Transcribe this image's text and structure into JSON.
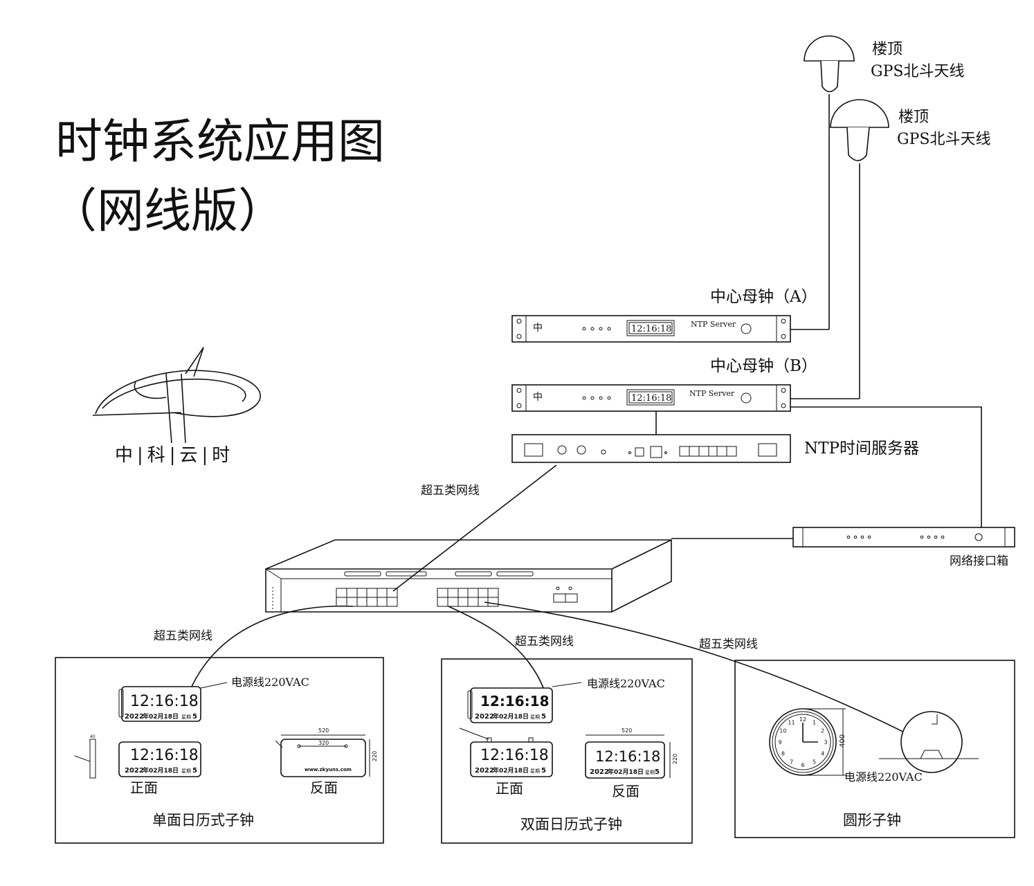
{
  "title": {
    "line1": "时钟系统应用图",
    "line2": "（网线版）"
  },
  "logo": {
    "text": "中|科|云|时",
    "icon": "zhongke-yunshi-logo"
  },
  "antennas": [
    {
      "line1": "楼顶",
      "line2": "GPS北斗天线"
    },
    {
      "line1": "楼顶",
      "line2": "GPS北斗天线"
    }
  ],
  "master_clocks": [
    {
      "label": "中心母钟（A）",
      "display": "12:16:18",
      "device_text": "NTP Server"
    },
    {
      "label": "中心母钟（B）",
      "display": "12:16:18",
      "device_text": "NTP Server"
    }
  ],
  "ntp_server": {
    "label": "NTP时间服务器"
  },
  "network_box": {
    "label": "网络接口箱"
  },
  "cable_labels": {
    "server_to_switch": "超五类网线",
    "to_single": "超五类网线",
    "to_double": "超五类网线",
    "to_round": "超五类网线"
  },
  "single_sided": {
    "caption": "单面日历式子钟",
    "power": "电源线220VAC",
    "time": "12:16:18",
    "date_prefix": "2022",
    "date_mid": "年02月18日",
    "weekday": "星期",
    "weekday_num": "5",
    "front_label": "正面",
    "back_label": "反面",
    "back_url": "www.zkyuns.com",
    "dim_width": "520",
    "dim_inner": "320",
    "dim_height": "220",
    "dim_depth": "40"
  },
  "double_sided": {
    "caption": "双面日历式子钟",
    "power": "电源线220VAC",
    "time": "12:16:18",
    "date_prefix": "2022",
    "date_mid": "年02月18日",
    "weekday": "星期",
    "weekday_num": "5",
    "front_label": "正面",
    "back_label": "反面",
    "dim_width": "520",
    "dim_height": "220"
  },
  "round_clock": {
    "caption": "圆形子钟",
    "power": "电源线220VAC",
    "dim": "400",
    "dial_numbers": [
      "12",
      "1",
      "2",
      "3",
      "4",
      "5",
      "6",
      "7",
      "8",
      "9",
      "10",
      "11"
    ]
  }
}
